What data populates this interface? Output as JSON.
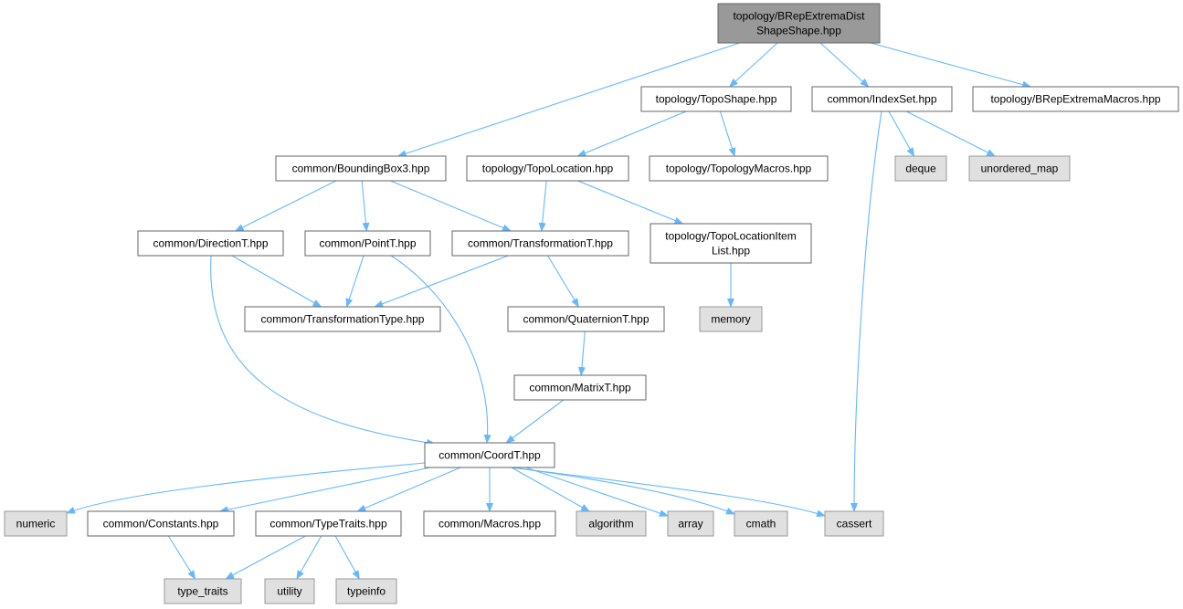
{
  "colors": {
    "edge": "#63b8ff",
    "root_fill": "#999999",
    "root_border": "#666666",
    "local_fill": "#ffffff",
    "local_border": "#666666",
    "system_fill": "#e0e0e0",
    "system_border": "#999999"
  },
  "nodes": [
    {
      "id": "root",
      "kind": "root",
      "lines": [
        "topology/BRepExtremaDist",
        "ShapeShape.hpp"
      ]
    },
    {
      "id": "toposhape",
      "kind": "local",
      "lines": [
        "topology/TopoShape.hpp"
      ]
    },
    {
      "id": "indexset",
      "kind": "local",
      "lines": [
        "common/IndexSet.hpp"
      ]
    },
    {
      "id": "brepmacros",
      "kind": "local",
      "lines": [
        "topology/BRepExtremaMacros.hpp"
      ]
    },
    {
      "id": "bbox3",
      "kind": "local",
      "lines": [
        "common/BoundingBox3.hpp"
      ]
    },
    {
      "id": "topolocation",
      "kind": "local",
      "lines": [
        "topology/TopoLocation.hpp"
      ]
    },
    {
      "id": "topomacros",
      "kind": "local",
      "lines": [
        "topology/TopologyMacros.hpp"
      ]
    },
    {
      "id": "deque",
      "kind": "system",
      "lines": [
        "deque"
      ]
    },
    {
      "id": "unordered_map",
      "kind": "system",
      "lines": [
        "unordered_map"
      ]
    },
    {
      "id": "directiont",
      "kind": "local",
      "lines": [
        "common/DirectionT.hpp"
      ]
    },
    {
      "id": "pointt",
      "kind": "local",
      "lines": [
        "common/PointT.hpp"
      ]
    },
    {
      "id": "transformationt",
      "kind": "local",
      "lines": [
        "common/TransformationT.hpp"
      ]
    },
    {
      "id": "topolocitem",
      "kind": "local",
      "lines": [
        "topology/TopoLocationItem",
        "List.hpp"
      ]
    },
    {
      "id": "transtype",
      "kind": "local",
      "lines": [
        "common/TransformationType.hpp"
      ]
    },
    {
      "id": "quaterniont",
      "kind": "local",
      "lines": [
        "common/QuaternionT.hpp"
      ]
    },
    {
      "id": "memory",
      "kind": "system",
      "lines": [
        "memory"
      ]
    },
    {
      "id": "matrixt",
      "kind": "local",
      "lines": [
        "common/MatrixT.hpp"
      ]
    },
    {
      "id": "coordt",
      "kind": "local",
      "lines": [
        "common/CoordT.hpp"
      ]
    },
    {
      "id": "numeric",
      "kind": "system",
      "lines": [
        "numeric"
      ]
    },
    {
      "id": "constants",
      "kind": "local",
      "lines": [
        "common/Constants.hpp"
      ]
    },
    {
      "id": "typetraits",
      "kind": "local",
      "lines": [
        "common/TypeTraits.hpp"
      ]
    },
    {
      "id": "macros",
      "kind": "local",
      "lines": [
        "common/Macros.hpp"
      ]
    },
    {
      "id": "algorithm",
      "kind": "system",
      "lines": [
        "algorithm"
      ]
    },
    {
      "id": "array",
      "kind": "system",
      "lines": [
        "array"
      ]
    },
    {
      "id": "cmath",
      "kind": "system",
      "lines": [
        "cmath"
      ]
    },
    {
      "id": "cassert",
      "kind": "system",
      "lines": [
        "cassert"
      ]
    },
    {
      "id": "type_traits",
      "kind": "system",
      "lines": [
        "type_traits"
      ]
    },
    {
      "id": "utility",
      "kind": "system",
      "lines": [
        "utility"
      ]
    },
    {
      "id": "typeinfo",
      "kind": "system",
      "lines": [
        "typeinfo"
      ]
    }
  ],
  "edges": [
    [
      "root",
      "bbox3"
    ],
    [
      "root",
      "toposhape"
    ],
    [
      "root",
      "indexset"
    ],
    [
      "root",
      "brepmacros"
    ],
    [
      "toposhape",
      "topolocation"
    ],
    [
      "toposhape",
      "topomacros"
    ],
    [
      "indexset",
      "deque"
    ],
    [
      "indexset",
      "unordered_map"
    ],
    [
      "indexset",
      "cassert"
    ],
    [
      "bbox3",
      "directiont"
    ],
    [
      "bbox3",
      "pointt"
    ],
    [
      "bbox3",
      "transformationt"
    ],
    [
      "topolocation",
      "transformationt"
    ],
    [
      "topolocation",
      "topolocitem"
    ],
    [
      "topolocitem",
      "memory"
    ],
    [
      "directiont",
      "transtype"
    ],
    [
      "directiont",
      "coordt"
    ],
    [
      "pointt",
      "transtype"
    ],
    [
      "pointt",
      "coordt"
    ],
    [
      "transformationt",
      "transtype"
    ],
    [
      "transformationt",
      "quaterniont"
    ],
    [
      "quaterniont",
      "matrixt"
    ],
    [
      "matrixt",
      "coordt"
    ],
    [
      "coordt",
      "numeric"
    ],
    [
      "coordt",
      "constants"
    ],
    [
      "coordt",
      "typetraits"
    ],
    [
      "coordt",
      "macros"
    ],
    [
      "coordt",
      "algorithm"
    ],
    [
      "coordt",
      "array"
    ],
    [
      "coordt",
      "cmath"
    ],
    [
      "coordt",
      "cassert"
    ],
    [
      "constants",
      "type_traits"
    ],
    [
      "typetraits",
      "type_traits"
    ],
    [
      "typetraits",
      "utility"
    ],
    [
      "typetraits",
      "typeinfo"
    ]
  ]
}
